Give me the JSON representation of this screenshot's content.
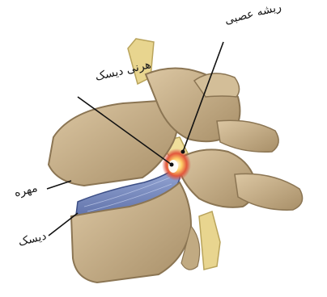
{
  "labels": {
    "nerve_root": "ریشه عصبی",
    "herniated_disc": "هرنی دیسک",
    "vertebra": "مهره",
    "disc": "دیسک"
  },
  "colors": {
    "bone": "#c9b28c",
    "bone_shadow": "#9a8462",
    "disc": "#7c8fc4",
    "nerve": "#e3d18a",
    "herniation": "#d84b3a",
    "leader_line": "#111111"
  }
}
